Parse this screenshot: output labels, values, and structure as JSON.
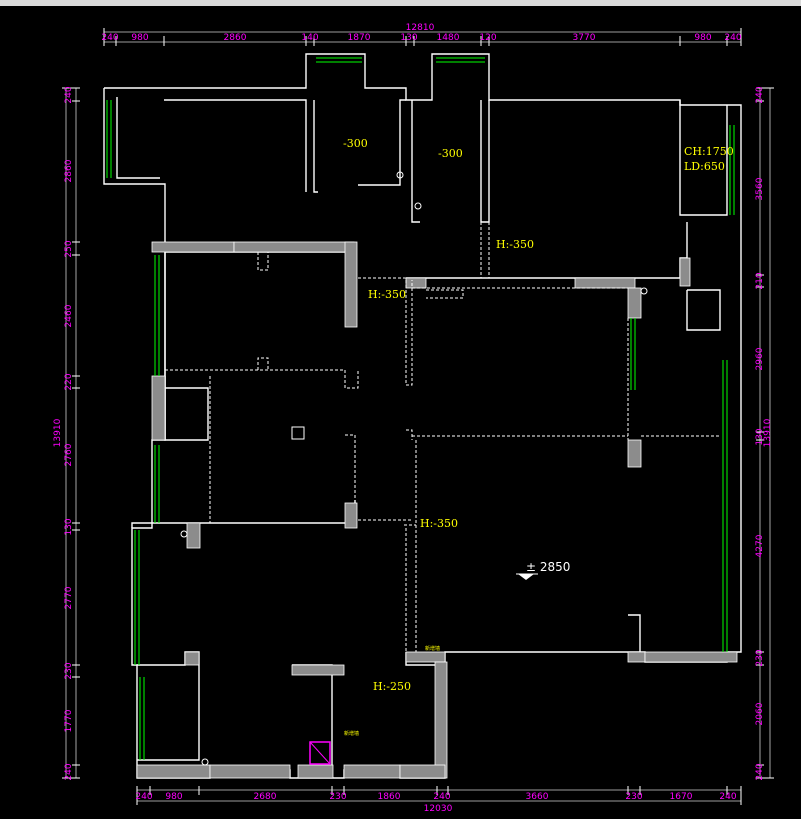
{
  "colors": {
    "background": "#000000",
    "wall": "#ffffff",
    "dimension_text": "#ff00ff",
    "annotation_text": "#ffff00",
    "window_glass": "#00ff00",
    "solid_wall_fill": "#8c8c8c"
  },
  "top_dimensions": {
    "total": "12810",
    "segments": [
      "240",
      "980",
      "2860",
      "140",
      "1870",
      "130",
      "1480",
      "120",
      "3770",
      "980",
      "240"
    ]
  },
  "bottom_dimensions": {
    "total": "12030",
    "segments": [
      "240",
      "980",
      "2680",
      "230",
      "1860",
      "240",
      "3660",
      "230",
      "1670",
      "240"
    ]
  },
  "left_dimensions": {
    "total": "13910",
    "segments": [
      "240",
      "2860",
      "250",
      "2460",
      "220",
      "2760",
      "130",
      "2770",
      "230",
      "1770",
      "240"
    ]
  },
  "right_dimensions": {
    "total": "13910",
    "segments": [
      "240",
      "3560",
      "210",
      "2960",
      "130",
      "4270",
      "230",
      "2060",
      "240"
    ]
  },
  "annotations": {
    "room_level_1": "-300",
    "room_level_2": "-300",
    "ceiling_height": "CH:1750",
    "ld_value": "LD:650",
    "h_350_top": "H:-350",
    "h_350_mid": "H:-350",
    "h_350_low": "H:-350",
    "h_250": "H:-250",
    "floor_elevation": "± 2850",
    "small_tag_1": "新增墙",
    "small_tag_2": "新增墙"
  }
}
